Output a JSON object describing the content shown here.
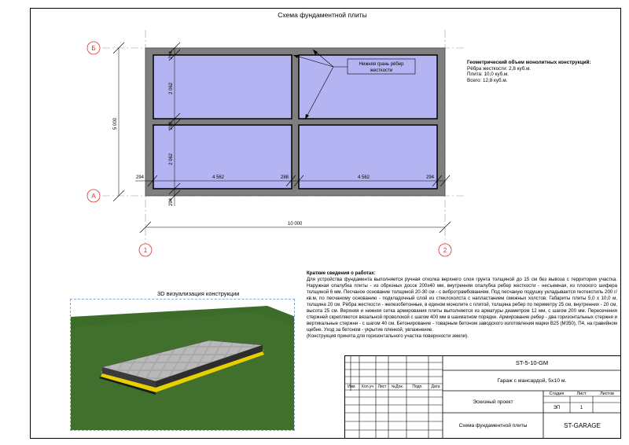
{
  "sheet_title": "Схема фундаментной плиты",
  "axes": {
    "row_b": "Б",
    "row_a": "А",
    "col_1": "1",
    "col_2": "2"
  },
  "dimensions": {
    "overall_height": "5 000",
    "overall_width": "10 000",
    "rib_top": "294",
    "panel_height_top": "2 062",
    "rib_middle": "288",
    "panel_height_bottom": "2 062",
    "rib_bottom": "294",
    "rib_left": "294",
    "panel_width_left": "4 562",
    "rib_center": "288",
    "panel_width_right": "4 562",
    "rib_right": "294"
  },
  "callout": {
    "line1": "Нижняя грань рёбер",
    "line2": "жесткости"
  },
  "volumes": {
    "heading": "Геометрический объем монолитных конструкций:",
    "ribs": "Рёбра жесткости: 2,8 куб.м.",
    "slab": "Плита: 10,0 куб.м.",
    "total": "Всего: 12,8 куб.м."
  },
  "works": {
    "heading": "Краткие сведения о работах:",
    "text": "Для устройства фундамента выполняется ручная отколка верхнего слоя грунта толщиной до 15 см без вывоза с территории участка. Наружная опалубка плиты - из обрезных досок 200х40 мм, внутренняя опалубка ребер жесткости - несъемная, из плоского шифера толщиной 6 мм. Песчаное основание толщиной 20-30 см - с вибротрамбованием. Под песчаную подушку укладывается геотекстиль 200 г/кв.м, по песчаному основанию - подкладочный слой из стеклохолста с напластанием смежных холстов. Габариты плиты 5,0 х 10,0 м, толщина 20 см. Рёбра жесткости - железобетонные, в едином монолите с плитой, толщина ребер по периметру 25 см, внутренних - 20 см, высота 25 см. Верхняя и нижняя сетка армирования плиты выполняется из арматуры диаметром 12 мм, с шагом 200 мм. Пересечения стержней скрепляются вязальной проволокой с шагом 400 мм в шахматном порядке. Армирование ребер - два горизонтальных стержня и вертикальные стержни - с шагом 40 см. Бетонирование - товарным бетоном заводского изготовления марки В25 (М350), П4, на гравийном щебне. Уход за бетоном - укрытие пленкой, увлажнение.",
    "note": "(Конструкция принята для горизонтального участка поверхности земли)."
  },
  "viz": {
    "title": "3D визуализация конструкции"
  },
  "stamp": {
    "code": "ST-5-10-GM",
    "project": "Гараж с мансардой, 5х10 м.",
    "headers": [
      "Изм.",
      "Кол.уч",
      "Лист",
      "№Док.",
      "Подп.",
      "Дата"
    ],
    "stage_label": "Стадия",
    "sheet_label": "Лист",
    "sheets_label": "Листов",
    "stage_value": "ЭП",
    "sheet_value": "1",
    "sheets_value": "",
    "design_type": "Эскизный проект",
    "drawing_name": "Схема фундаментной плиты",
    "org": "ST-GARAGE"
  },
  "colors": {
    "slab_fill": "#7f7f7f",
    "panel_fill": "#b4b4f3",
    "axis_marker": "#d9302e",
    "grass": "#3c6b2a",
    "viz_border": "#8aa8d8"
  }
}
